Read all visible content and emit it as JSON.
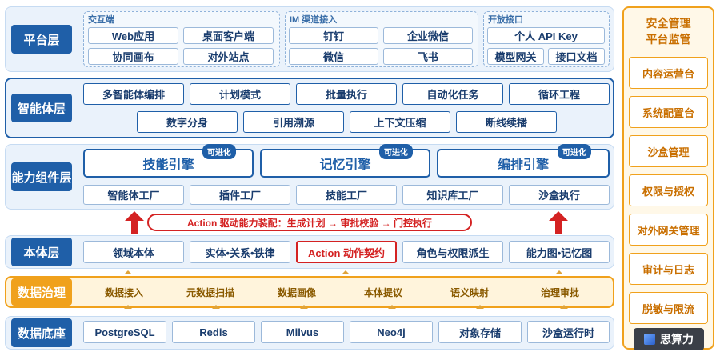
{
  "layers": {
    "platform": "平台层",
    "agent": "智能体层",
    "capability": "能力组件层",
    "ontology": "本体层",
    "governance": "数据治理",
    "data": "数据底座"
  },
  "platform": {
    "groups": [
      {
        "title": "交互端",
        "items": [
          "Web应用",
          "桌面客户端",
          "协同画布",
          "对外站点"
        ]
      },
      {
        "title": "IM 渠道接入",
        "items": [
          "钉钉",
          "企业微信",
          "微信",
          "飞书"
        ]
      },
      {
        "title": "开放接口",
        "items": [
          "个人 API Key",
          "模型网关",
          "接口文档"
        ]
      }
    ]
  },
  "agent": {
    "row1": [
      "多智能体编排",
      "计划模式",
      "批量执行",
      "自动化任务",
      "循环工程"
    ],
    "row2": [
      "数字分身",
      "引用溯源",
      "上下文压缩",
      "断线续播"
    ]
  },
  "capability": {
    "engines": [
      "技能引擎",
      "记忆引擎",
      "编排引擎"
    ],
    "badge": "可进化",
    "items": [
      "智能体工厂",
      "插件工厂",
      "技能工厂",
      "知识库工厂",
      "沙盒执行"
    ]
  },
  "action_bar": "Action 驱动能力装配：生成计划 → 审批校验 → 门控执行",
  "ontology": {
    "items": [
      "领域本体",
      "实体•关系•铁律",
      "Action 动作契约",
      "角色与权限派生",
      "能力图•记忆图"
    ]
  },
  "governance": {
    "items": [
      "数据接入",
      "元数据扫描",
      "数据画像",
      "本体提议",
      "语义映射",
      "治理审批"
    ]
  },
  "data": {
    "items": [
      "PostgreSQL",
      "Redis",
      "Milvus",
      "Neo4j",
      "对象存储",
      "沙盒运行时"
    ]
  },
  "side": {
    "title_line1": "安全管理",
    "title_line2": "平台监管",
    "items": [
      "内容运营台",
      "系统配置台",
      "沙盒管理",
      "权限与授权",
      "对外网关管理",
      "审计与日志",
      "脱敏与限流"
    ]
  },
  "watermark": "思算力",
  "colors": {
    "primary": "#1f5fa8",
    "orange": "#f0a11c",
    "red": "#d42222"
  }
}
